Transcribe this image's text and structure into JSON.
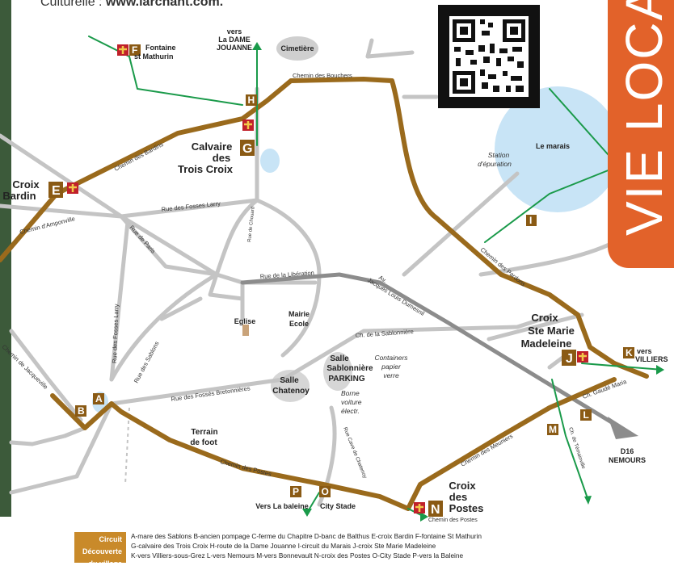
{
  "header": {
    "prefix": "Culturelle : ",
    "url": "www.larchant.com."
  },
  "side_tab": {
    "text": "VIE LOCALE"
  },
  "places": {
    "fontaine": "Fontaine",
    "fontaine2": "st Mathurin",
    "vers_dame": "vers",
    "vers_dame2": "La DAME",
    "vers_dame3": "JOUANNE",
    "cimetiere": "Cimetière",
    "calvaire1": "Calvaire",
    "calvaire2": "des",
    "calvaire3": "Trois Croix",
    "croix_bardin1": "Croix",
    "croix_bardin2": "Bardin",
    "marais": "Le marais",
    "station1": "Station",
    "station2": "d'épuration",
    "eglise": "Eglise",
    "mairie1": "Mairie",
    "mairie2": "Ecole",
    "salle_sab1": "Salle",
    "salle_sab2": "Sablonnière",
    "parking": "PARKING",
    "borne1": "Borne",
    "borne2": "voiture",
    "borne3": "électr.",
    "containers1": "Containers",
    "containers2": "papier",
    "containers3": "verre",
    "salle_chat1": "Salle",
    "salle_chat2": "Chatenoy",
    "terrain1": "Terrain",
    "terrain2": "de foot",
    "croix_marie1": "Croix",
    "croix_marie2": "Ste Marie",
    "croix_marie3": "Madeleine",
    "vers_villiers1": "vers",
    "vers_villiers2": "VILLIERS",
    "d16": "D16",
    "nemours": "NEMOURS",
    "croix_postes1": "Croix",
    "croix_postes2": "des",
    "croix_postes3": "Postes",
    "vers_baleine": "Vers La baleine",
    "city_stade": "City Stade"
  },
  "streets": {
    "bouchers": "Chemin des Bouchers",
    "bardins": "Chemin des Bardins",
    "fosses_larry": "Rue des Fosses Larry",
    "amponville": "Chemin d'Amponville",
    "paris": "Rue de Paris",
    "chouard": "Rue de Chouard",
    "liberation": "Rue de la Libération",
    "avenue1": "Av.",
    "avenue2": "Jacques Louis Dumesnil",
    "sablonniere": "Ch. de la Sablonnière",
    "fosses_larry2": "Rue des Fosses Larry",
    "sablons": "Rue des Sablons",
    "fosses_bret": "Rue des Fossés Bretonnières",
    "jacqueville": "Chemin de Jacqueville",
    "cave_chatenoy": "Rue Cave de Chatenoy",
    "postes": "Chemin des Postes",
    "postes2": "Chemin des Postes",
    "meuniers": "Chemin des Meuniers",
    "pardons": "Chemin des Pardons",
    "gaude_maria": "Ch. Gaudé Maria",
    "temainville": "Ch. de Témainville"
  },
  "markers": [
    "A",
    "B",
    "E",
    "F",
    "G",
    "H",
    "I",
    "J",
    "K",
    "L",
    "M",
    "N",
    "O",
    "P"
  ],
  "legend": {
    "tag1": "Circuit Découverte",
    "tag2": "du village",
    "line1": "A-mare des Sablons B-ancien pompage C-ferme du Chapitre D-banc de Balthus E-croix Bardin F-fontaine St Mathurin",
    "line2": "G-calvaire des Trois Croix H-route de la Dame Jouanne I-circuit du Marais J-croix Ste Marie Madeleine",
    "line3": "K-vers Villiers-sous-Grez L-vers Nemours M-vers Bonnevault N-croix des Postes O-City Stade P-vers la Baleine"
  },
  "colors": {
    "circuit": "#9a6a1c",
    "marker": "#8a5a14",
    "green_path": "#1a9a4a",
    "tab": "#e2622a",
    "water": "#c8e4f6"
  }
}
